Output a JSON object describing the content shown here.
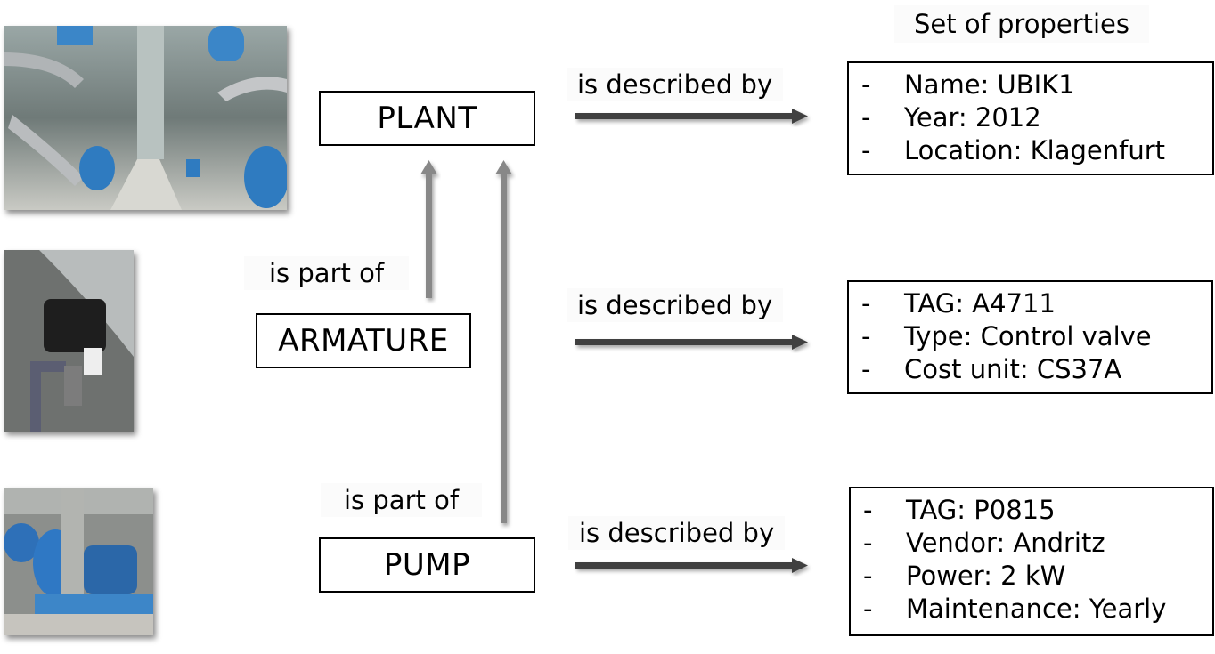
{
  "header": {
    "title": "Set of properties"
  },
  "entities": {
    "plant": "PLANT",
    "armature": "ARMATURE",
    "pump": "PUMP"
  },
  "relations": {
    "part_of": "is part of",
    "described_by": "is described by"
  },
  "photos": {
    "plant": "plant-hall-photo",
    "armature": "control-valve-photo",
    "pump": "pump-photo"
  },
  "properties": {
    "plant": [
      {
        "bullet": "-",
        "text": "Name: UBIK1"
      },
      {
        "bullet": "-",
        "text": "Year: 2012"
      },
      {
        "bullet": "-",
        "text": "Location: Klagenfurt"
      }
    ],
    "armature": [
      {
        "bullet": "-",
        "text": "TAG: A4711"
      },
      {
        "bullet": "-",
        "text": "Type: Control valve"
      },
      {
        "bullet": "-",
        "text": "Cost unit: CS37A"
      }
    ],
    "pump": [
      {
        "bullet": "-",
        "text": "TAG: P0815"
      },
      {
        "bullet": "-",
        "text": "Vendor: Andritz"
      },
      {
        "bullet": "-",
        "text": "Power: 2 kW"
      },
      {
        "bullet": "-",
        "text": "Maintenance: Yearly"
      }
    ]
  },
  "colors": {
    "part_of_arrow": "#888888",
    "described_by_arrow": "#404040"
  }
}
